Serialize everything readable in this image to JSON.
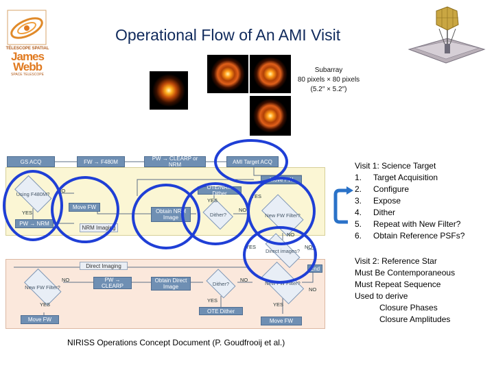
{
  "title": "Operational Flow of An AMI Visit",
  "logo": {
    "line1": "TÉLESCOPE SPATIAL",
    "line2a": "James",
    "line2b": "Webb",
    "line3": "SPACE TELESCOPE"
  },
  "subarray": {
    "line1": "Subarray",
    "line2": "80 pixels × 80 pixels",
    "line3": "(5.2″ × 5.2″)"
  },
  "flowchart": {
    "boxes": {
      "gs_acq": "GS ACQ",
      "fw_f480m": "FW → F480M",
      "pw_clearp_nrm": "PW → CLEARP or NRM",
      "ami_target_acq": "AMI Target ACQ",
      "move_fw_top": "Move FW",
      "ote_nrm_dither": "OTE/NRM Dither",
      "move_fw_left": "Move FW",
      "pw_nrm": "PW → NRM",
      "obtain_nrm_image": "Obtain NRM Image",
      "nrm_imaging": "NRM Imaging",
      "direct_imaging": "Direct Imaging",
      "pw_clearp": "PW → CLEARP",
      "obtain_direct_image": "Obtain Direct Image",
      "ote_dither": "OTE Dither",
      "move_fw_bottom_left": "Move FW",
      "move_fw_bottom_right": "Move FW",
      "end": "End"
    },
    "decisions": {
      "using_f480m": "Using F480M?",
      "dither_top": "Dither?",
      "new_fw_filter_top": "New FW Filter?",
      "direct_images": "Direct images?",
      "new_fw_filter_left": "New FW Filter?",
      "dither_bottom": "Dither?",
      "new_fw_filter_right": "New FW Filter?"
    },
    "labels": {
      "no1": "NO",
      "yes1": "YES",
      "yes2": "YES",
      "no2": "NO",
      "yes3": "YES",
      "yes4": "YES",
      "no3": "NO",
      "no4": "NO",
      "yes5": "YES",
      "no5": "NO",
      "yes6": "YES",
      "no6": "NO",
      "yes7": "YES",
      "no7": "NO"
    }
  },
  "visit1": {
    "heading": "Visit 1: Science Target",
    "steps": [
      {
        "num": "1.",
        "text": "Target Acquisition"
      },
      {
        "num": "2.",
        "text": "Configure"
      },
      {
        "num": "3.",
        "text": "Expose"
      },
      {
        "num": "4.",
        "text": "Dither"
      },
      {
        "num": "5.",
        "text": "Repeat with New Filter?"
      },
      {
        "num": "6.",
        "text": "Obtain Reference PSFs?"
      }
    ]
  },
  "visit2": {
    "heading": "Visit 2: Reference Star",
    "line1": "Must Be Contemporaneous",
    "line2": "Must Repeat Sequence",
    "line3": "Used to derive",
    "line4": "Closure Phases",
    "line5": "Closure Amplitudes"
  },
  "footer": "NIRISS Operations Concept Document (P. Goudfrooij et al.)",
  "colors": {
    "title": "#102a5c",
    "highlight_oval": "#1f3fd6",
    "box_fill": "#6f8fb3",
    "top_band": "#fbf6d4",
    "bottom_band": "#fbe8dc",
    "bracket": "#2a72c8"
  }
}
